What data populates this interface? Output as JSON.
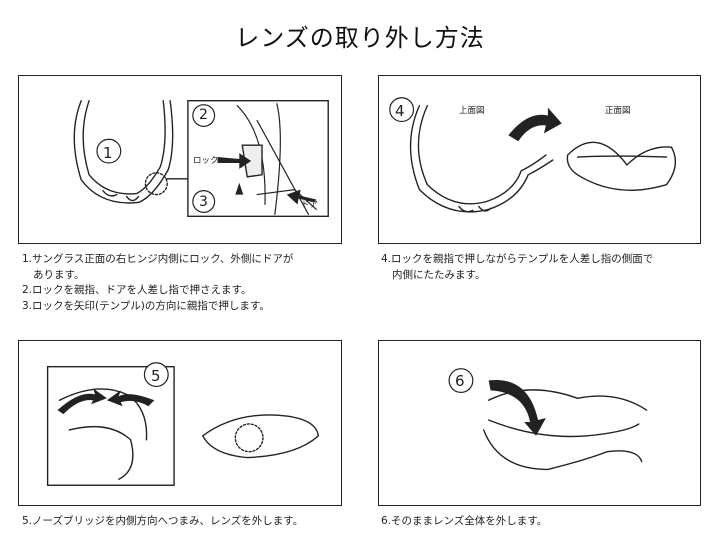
{
  "title": "レンズの取り外し方法",
  "panels": {
    "p1": {
      "step_main": "1",
      "step_a": "2",
      "step_b": "3",
      "lock_label": "ロック",
      "door_label": "ドア"
    },
    "p4": {
      "step": "4",
      "top_view": "上面図",
      "front_view": "正面図"
    },
    "p5": {
      "step": "5"
    },
    "p6": {
      "step": "6"
    }
  },
  "descriptions": {
    "d1_l1": "1.サングラス正面の右ヒンジ内側にロック、外側にドアが",
    "d1_l2": "あります。",
    "d1_l3": "2.ロックを親指、ドアを人差し指で押さえます。",
    "d1_l4": "3.ロックを矢印(テンプル)の方向に親指で押します。",
    "d4_l1": "4.ロックを親指で押しながらテンプルを人差し指の側面で",
    "d4_l2": "内側にたたみます。",
    "d5": "5.ノーズブリッジを内側方向へつまみ、レンズを外します。",
    "d6": "6.そのままレンズ全体を外します。"
  }
}
